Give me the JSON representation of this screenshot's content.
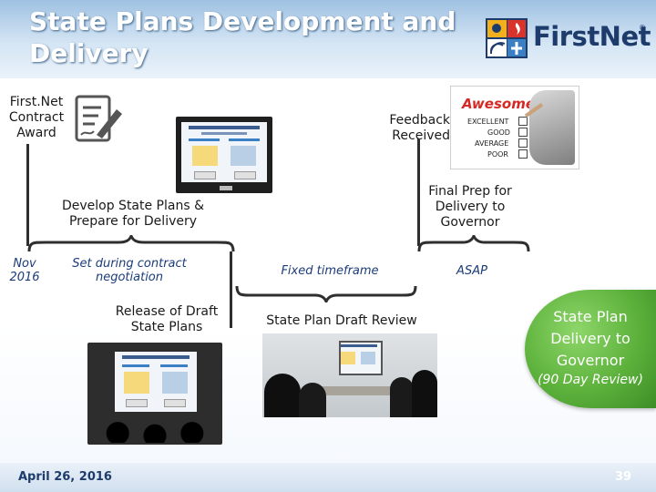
{
  "slide": {
    "title": "State Plans Development and Delivery",
    "page_number": "39",
    "footer_date": "April 26, 2016"
  },
  "logo": {
    "text": "FirstNet",
    "mark": "®"
  },
  "milestones": {
    "contract_award": "First.Net Contract Award",
    "feedback_received": "Feedback Received",
    "develop_plans": "Develop State Plans & Prepare for Delivery",
    "final_prep": "Final Prep for Delivery to Governor",
    "release_draft": "Release of Draft State Plans",
    "draft_review": "State Plan Draft Review"
  },
  "timeline_notes": {
    "start_date": "Nov 2016",
    "during_negotiation": "Set during contract negotiation",
    "fixed_timeframe": "Fixed timeframe",
    "asap": "ASAP"
  },
  "delivery_badge": {
    "line1": "State Plan Delivery to Governor",
    "line2": "(90 Day Review)",
    "color": "#5cb13b"
  },
  "feedback_card": {
    "heading": "Awesome!!",
    "options": [
      "EXCELLENT",
      "GOOD",
      "AVERAGE",
      "POOR"
    ]
  },
  "icons": [
    "document-pen-icon",
    "firstnet-logo-icon",
    "presentation-screen-icon",
    "meeting-room-icon",
    "feedback-checklist-icon"
  ]
}
